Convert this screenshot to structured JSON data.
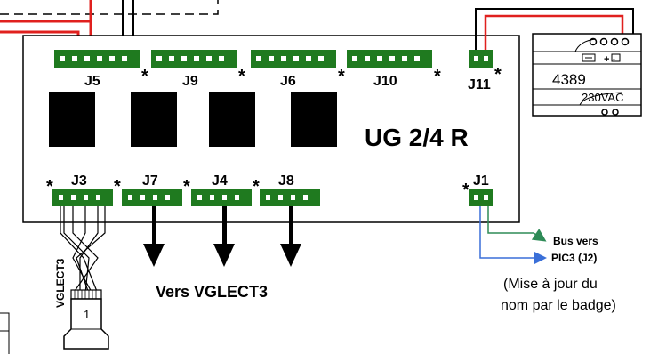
{
  "board": {
    "title": "UG 2/4 R",
    "connectors": {
      "j5": "J5",
      "j9": "J9",
      "j6": "J6",
      "j10": "J10",
      "j11": "J11",
      "j3": "J3",
      "j7": "J7",
      "j4": "J4",
      "j8": "J8",
      "j1": "J1"
    },
    "marker": "*"
  },
  "power_module": {
    "model": "4389",
    "voltage": "230VAC",
    "terminal_symbols": "+ -"
  },
  "labels": {
    "bus_line1": "Bus vers",
    "bus_line2": "PIC3 (J2)",
    "note_line1": "(Mise à jour du",
    "note_line2": "nom par le badge)",
    "vers_vglect3": "Vers VGLECT3",
    "vglect3_plug": "VGLECT3",
    "plug_pin": "1"
  },
  "colors": {
    "connector_green": "#1f7a1f",
    "wire_red": "#e0201e",
    "wire_green": "#2e8b57",
    "wire_blue": "#3a6fd8"
  }
}
